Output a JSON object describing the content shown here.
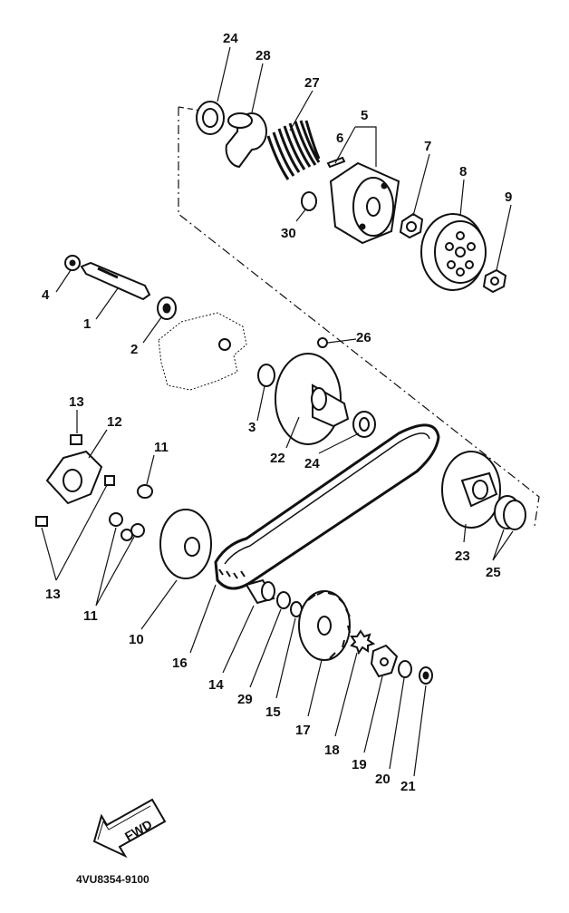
{
  "callouts": [
    {
      "id": "c24a",
      "text": "24"
    },
    {
      "id": "c28",
      "text": "28"
    },
    {
      "id": "c27",
      "text": "27"
    },
    {
      "id": "c5",
      "text": "5"
    },
    {
      "id": "c6",
      "text": "6"
    },
    {
      "id": "c7",
      "text": "7"
    },
    {
      "id": "c8",
      "text": "8"
    },
    {
      "id": "c9",
      "text": "9"
    },
    {
      "id": "c30",
      "text": "30"
    },
    {
      "id": "c4",
      "text": "4"
    },
    {
      "id": "c1",
      "text": "1"
    },
    {
      "id": "c2",
      "text": "2"
    },
    {
      "id": "c26",
      "text": "26"
    },
    {
      "id": "c3",
      "text": "3"
    },
    {
      "id": "c22",
      "text": "22"
    },
    {
      "id": "c24b",
      "text": "24"
    },
    {
      "id": "c13a",
      "text": "13"
    },
    {
      "id": "c12",
      "text": "12"
    },
    {
      "id": "c11a",
      "text": "11"
    },
    {
      "id": "c13b",
      "text": "13"
    },
    {
      "id": "c11b",
      "text": "11"
    },
    {
      "id": "c10",
      "text": "10"
    },
    {
      "id": "c16",
      "text": "16"
    },
    {
      "id": "c14",
      "text": "14"
    },
    {
      "id": "c29",
      "text": "29"
    },
    {
      "id": "c15",
      "text": "15"
    },
    {
      "id": "c17",
      "text": "17"
    },
    {
      "id": "c18",
      "text": "18"
    },
    {
      "id": "c19",
      "text": "19"
    },
    {
      "id": "c20",
      "text": "20"
    },
    {
      "id": "c21",
      "text": "21"
    },
    {
      "id": "c23",
      "text": "23"
    },
    {
      "id": "c25",
      "text": "25"
    }
  ],
  "fwd_label": "FWD",
  "diagram_code": "4VU8354-9100"
}
